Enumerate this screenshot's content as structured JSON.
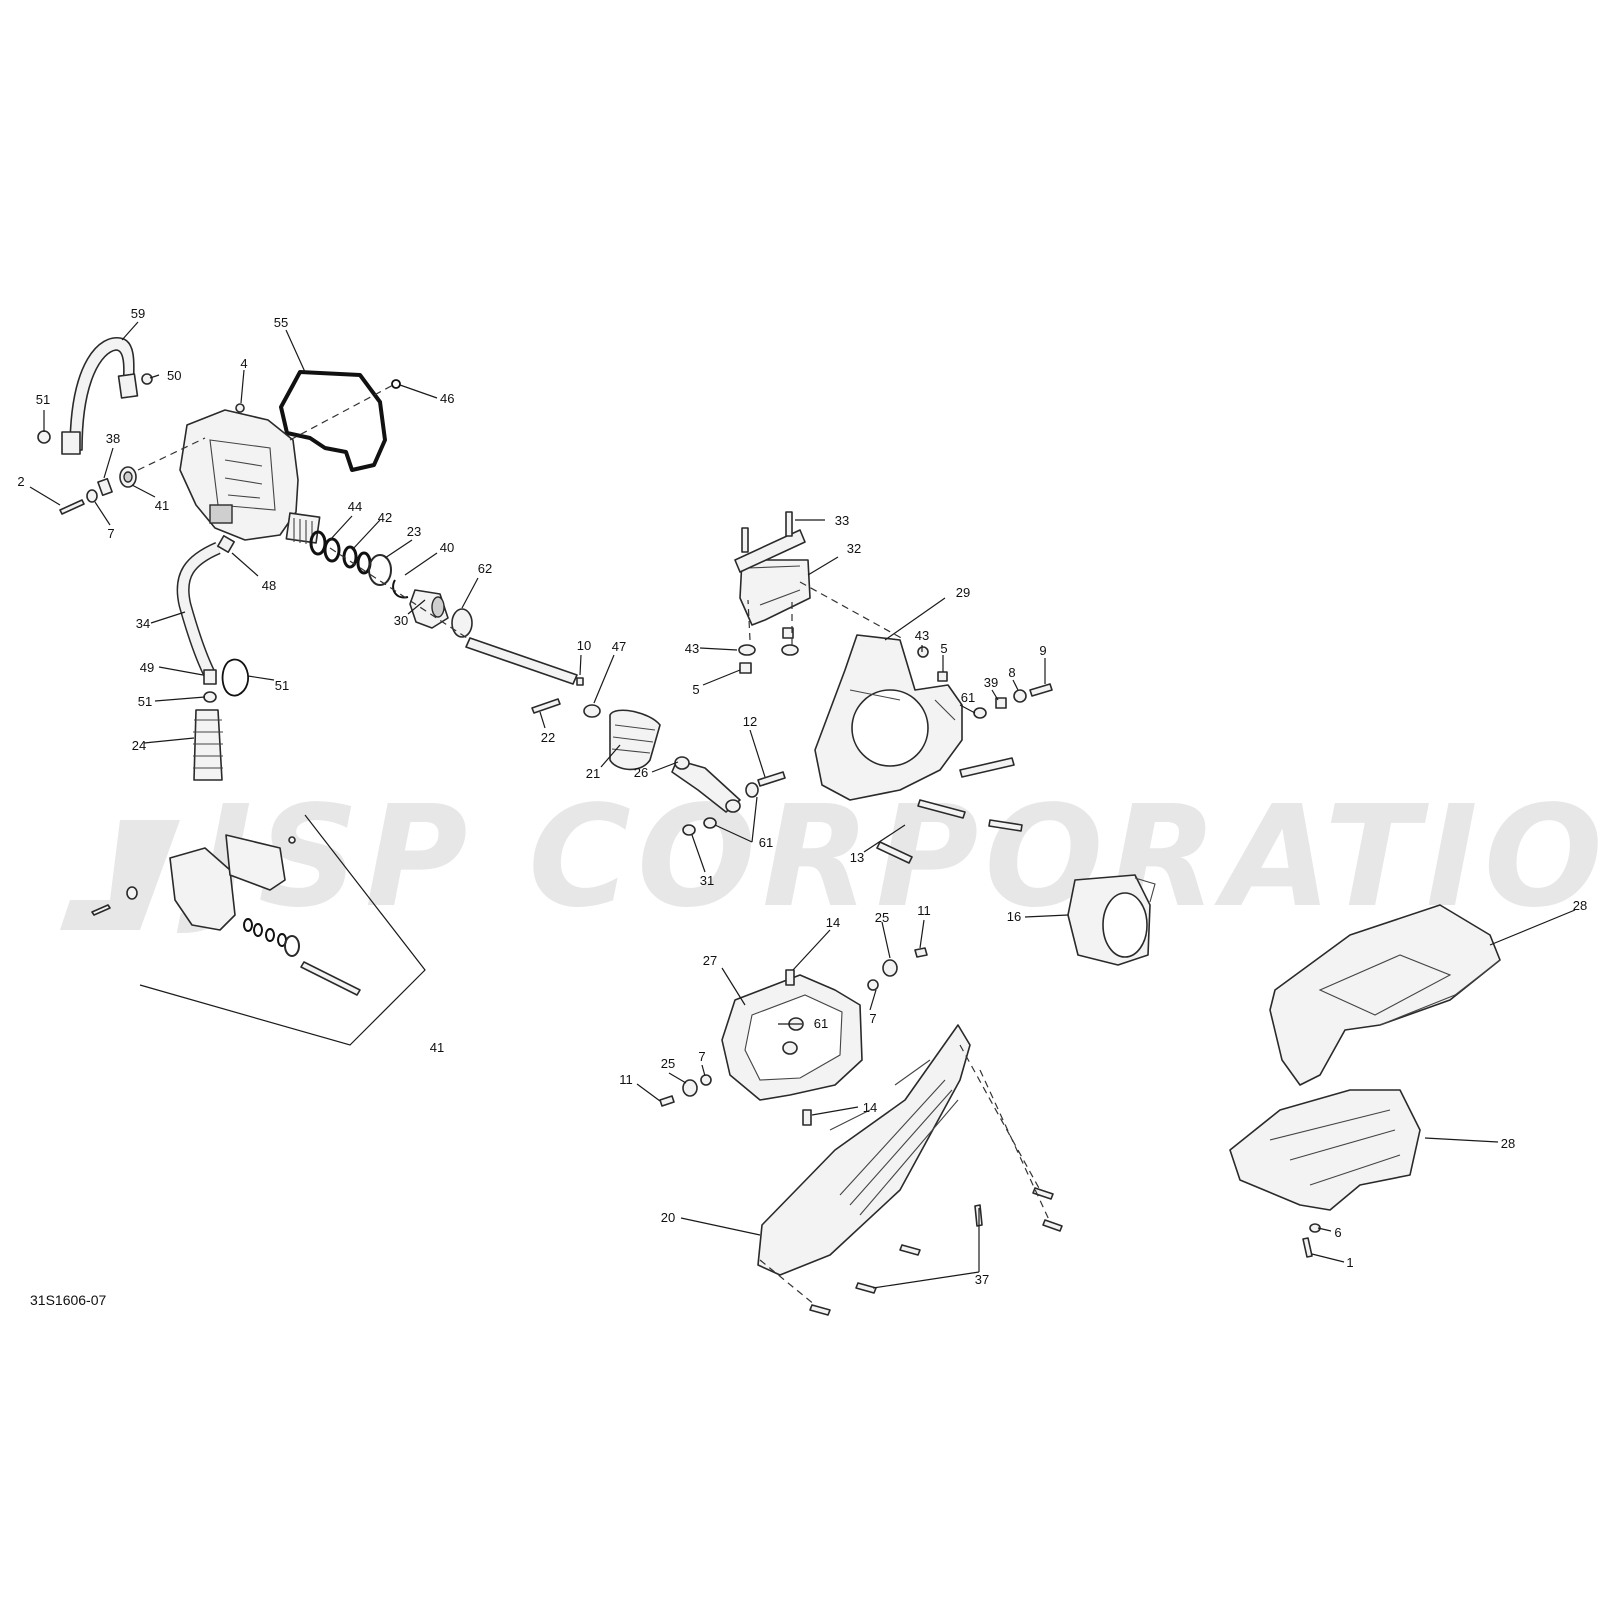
{
  "watermark": {
    "text": "JSP CORPORATION"
  },
  "reference_code": "31S1606-07",
  "callouts": [
    {
      "id": "c59a",
      "label": "59"
    },
    {
      "id": "c50",
      "label": "50"
    },
    {
      "id": "c55",
      "label": "55"
    },
    {
      "id": "c4",
      "label": "4"
    },
    {
      "id": "c46",
      "label": "46"
    },
    {
      "id": "c51a",
      "label": "51"
    },
    {
      "id": "c38",
      "label": "38"
    },
    {
      "id": "c2",
      "label": "2"
    },
    {
      "id": "c7a",
      "label": "7"
    },
    {
      "id": "c41a",
      "label": "41"
    },
    {
      "id": "c44",
      "label": "44"
    },
    {
      "id": "c42",
      "label": "42"
    },
    {
      "id": "c23",
      "label": "23"
    },
    {
      "id": "c40",
      "label": "40"
    },
    {
      "id": "c48",
      "label": "48"
    },
    {
      "id": "c62",
      "label": "62"
    },
    {
      "id": "c30",
      "label": "30"
    },
    {
      "id": "c34",
      "label": "34"
    },
    {
      "id": "c51b",
      "label": "51"
    },
    {
      "id": "c49",
      "label": "49"
    },
    {
      "id": "c51c",
      "label": "51"
    },
    {
      "id": "c24",
      "label": "24"
    },
    {
      "id": "c10",
      "label": "10"
    },
    {
      "id": "c47",
      "label": "47"
    },
    {
      "id": "c22",
      "label": "22"
    },
    {
      "id": "c21",
      "label": "21"
    },
    {
      "id": "c33",
      "label": "33"
    },
    {
      "id": "c32",
      "label": "32"
    },
    {
      "id": "c29",
      "label": "29"
    },
    {
      "id": "c43a",
      "label": "43"
    },
    {
      "id": "c5a",
      "label": "5"
    },
    {
      "id": "c43b",
      "label": "43"
    },
    {
      "id": "c5b",
      "label": "5"
    },
    {
      "id": "c9",
      "label": "9"
    },
    {
      "id": "c8",
      "label": "8"
    },
    {
      "id": "c39",
      "label": "39"
    },
    {
      "id": "c61a",
      "label": "61"
    },
    {
      "id": "c12",
      "label": "12"
    },
    {
      "id": "c26",
      "label": "26"
    },
    {
      "id": "c61b",
      "label": "61"
    },
    {
      "id": "c31",
      "label": "31"
    },
    {
      "id": "c13",
      "label": "13"
    },
    {
      "id": "c16",
      "label": "16"
    },
    {
      "id": "c28a",
      "label": "28"
    },
    {
      "id": "c14a",
      "label": "14"
    },
    {
      "id": "c25a",
      "label": "25"
    },
    {
      "id": "c11a",
      "label": "11"
    },
    {
      "id": "c27",
      "label": "27"
    },
    {
      "id": "c7b",
      "label": "7"
    },
    {
      "id": "c61c",
      "label": "61"
    },
    {
      "id": "c25b",
      "label": "25"
    },
    {
      "id": "c7c",
      "label": "7"
    },
    {
      "id": "c11b",
      "label": "11"
    },
    {
      "id": "c14b",
      "label": "14"
    },
    {
      "id": "c41b",
      "label": "41"
    },
    {
      "id": "c20",
      "label": "20"
    },
    {
      "id": "c37",
      "label": "37"
    },
    {
      "id": "c28b",
      "label": "28"
    },
    {
      "id": "c6",
      "label": "6"
    },
    {
      "id": "c1",
      "label": "1"
    }
  ]
}
